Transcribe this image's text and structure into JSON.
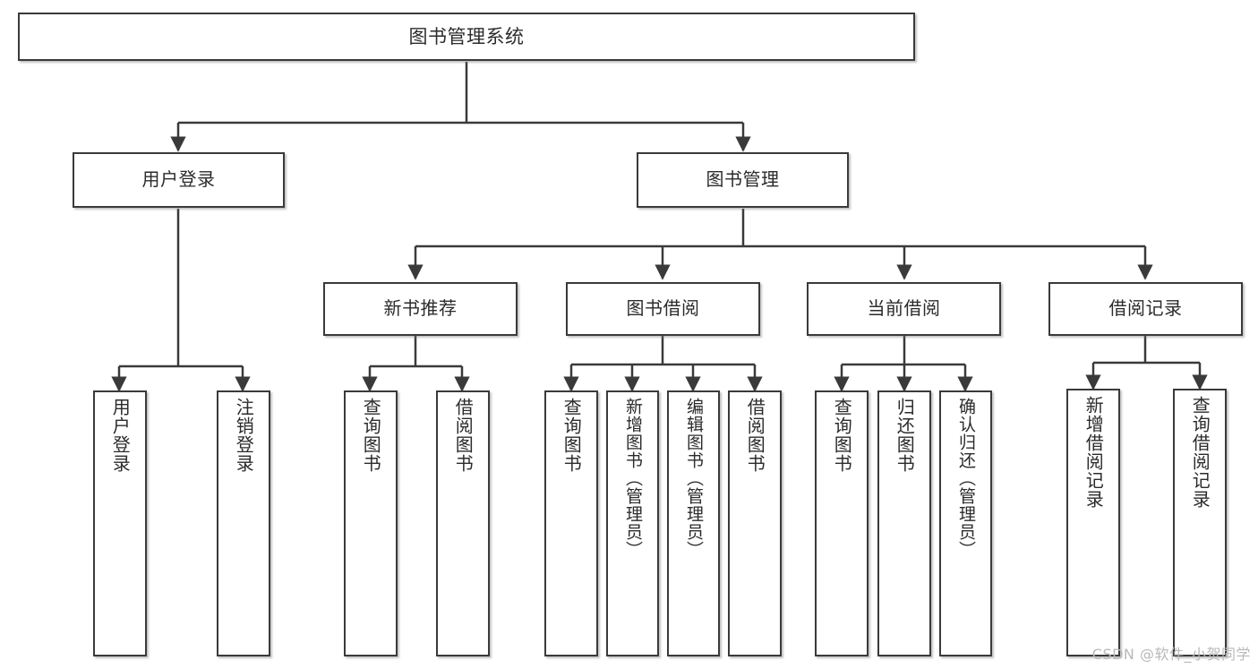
{
  "diagram": {
    "title": "图书管理系统",
    "watermark": "CSDN @软件_小贺同学",
    "stroke_color": "#3a3a3a",
    "background_color": "#ffffff",
    "text_color": "#2b2b2b",
    "watermark_color": "#b9b9b9"
  },
  "nodes": {
    "root": {
      "label": "图书管理系统"
    },
    "level2": [
      {
        "label": "用户登录"
      },
      {
        "label": "图书管理"
      }
    ],
    "level3": [
      {
        "label": "新书推荐"
      },
      {
        "label": "图书借阅"
      },
      {
        "label": "当前借阅"
      },
      {
        "label": "借阅记录"
      }
    ],
    "leaves": {
      "user_login": [
        {
          "label": "用户登录"
        },
        {
          "label": "注销登录"
        }
      ],
      "new_book_recommend": [
        {
          "label": "查询图书"
        },
        {
          "label": "借阅图书"
        }
      ],
      "book_borrow": [
        {
          "label": "查询图书"
        },
        {
          "label": "新增图书（管理员）"
        },
        {
          "label": "编辑图书（管理员）"
        },
        {
          "label": "借阅图书"
        }
      ],
      "current_borrow": [
        {
          "label": "查询图书"
        },
        {
          "label": "归还图书"
        },
        {
          "label": "确认归还（管理员）"
        }
      ],
      "borrow_record": [
        {
          "label": "新增借阅记录"
        },
        {
          "label": "查询借阅记录"
        }
      ]
    }
  },
  "tree_structure": {
    "type": "hierarchy",
    "edges": [
      {
        "from": "图书管理系统",
        "to": "用户登录"
      },
      {
        "from": "图书管理系统",
        "to": "图书管理"
      },
      {
        "from": "用户登录",
        "to": "用户登录"
      },
      {
        "from": "用户登录",
        "to": "注销登录"
      },
      {
        "from": "图书管理",
        "to": "新书推荐"
      },
      {
        "from": "图书管理",
        "to": "图书借阅"
      },
      {
        "from": "图书管理",
        "to": "当前借阅"
      },
      {
        "from": "图书管理",
        "to": "借阅记录"
      },
      {
        "from": "新书推荐",
        "to": "查询图书"
      },
      {
        "from": "新书推荐",
        "to": "借阅图书"
      },
      {
        "from": "图书借阅",
        "to": "查询图书"
      },
      {
        "from": "图书借阅",
        "to": "新增图书（管理员）"
      },
      {
        "from": "图书借阅",
        "to": "编辑图书（管理员）"
      },
      {
        "from": "图书借阅",
        "to": "借阅图书"
      },
      {
        "from": "当前借阅",
        "to": "查询图书"
      },
      {
        "from": "当前借阅",
        "to": "归还图书"
      },
      {
        "from": "当前借阅",
        "to": "确认归还（管理员）"
      },
      {
        "from": "借阅记录",
        "to": "新增借阅记录"
      },
      {
        "from": "借阅记录",
        "to": "查询借阅记录"
      }
    ]
  }
}
